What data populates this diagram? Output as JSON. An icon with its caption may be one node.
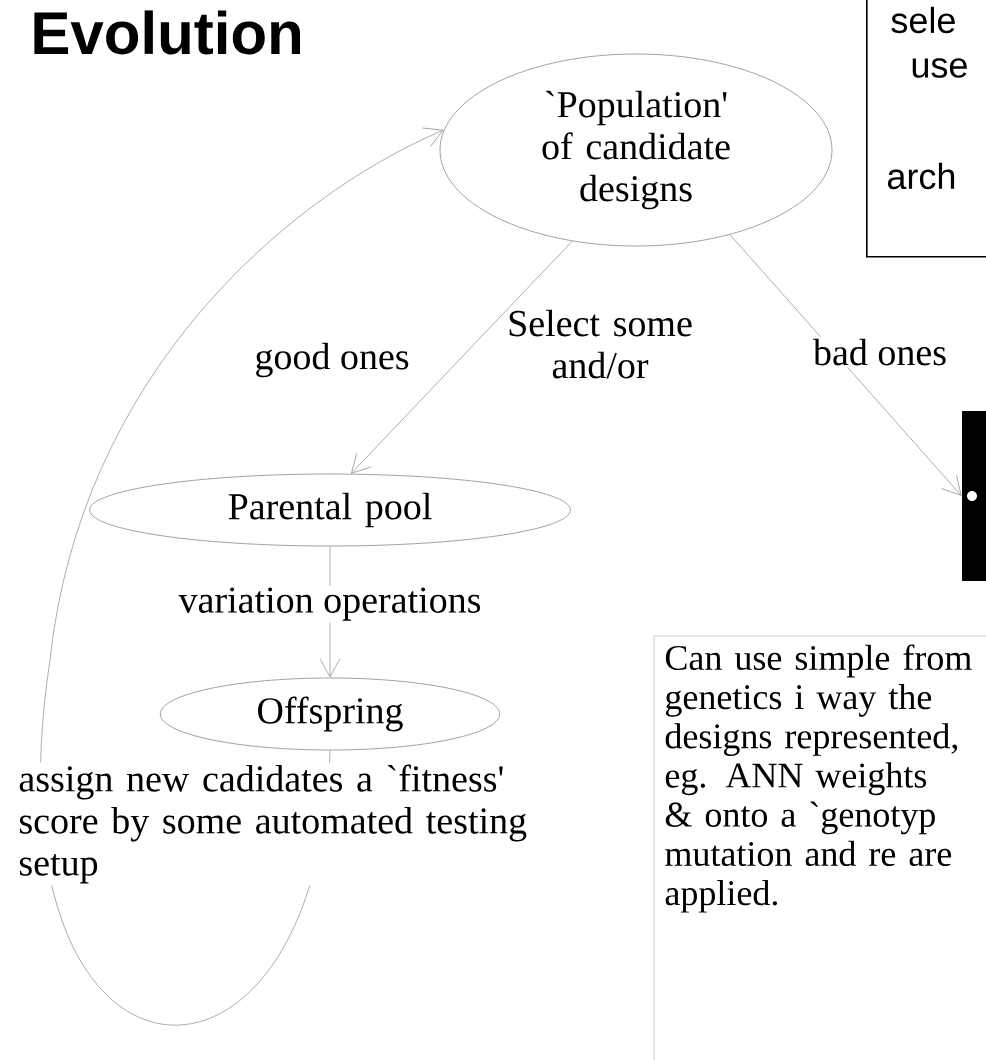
{
  "diagram": {
    "title": "Evolution",
    "nodes": [
      {
        "text": [
          "`Population' of candidate designs"
        ]
      },
      {
        "text": [
          "Parental pool"
        ]
      },
      {
        "text": [
          "Offspring"
        ]
      },
      {
        "text": [],
        "shape": "box"
      },
      {
        "text": [
          "sele",
          "use",
          "arch"
        ]
      },
      {
        "text": [
          "Can use simple from genetics i way the designs represented, eg. ANN weights & onto a `genotyp mutation and re are applied."
        ]
      }
    ],
    "edges": [
      {
        "from": 0,
        "to": 1,
        "arrow": "to",
        "label": "good ones"
      },
      {
        "from": 0,
        "to": 3,
        "arrow": "to",
        "label": "bad ones"
      },
      {
        "from": 1,
        "to": 2,
        "arrow": "to",
        "label": "variation operations"
      },
      {
        "from": 2,
        "to": 0,
        "arrow": "to",
        "label": "assign new cadidates a `fitness' score by some automated testing setup"
      }
    ],
    "labels": [
      "Select some and/or"
    ]
  }
}
